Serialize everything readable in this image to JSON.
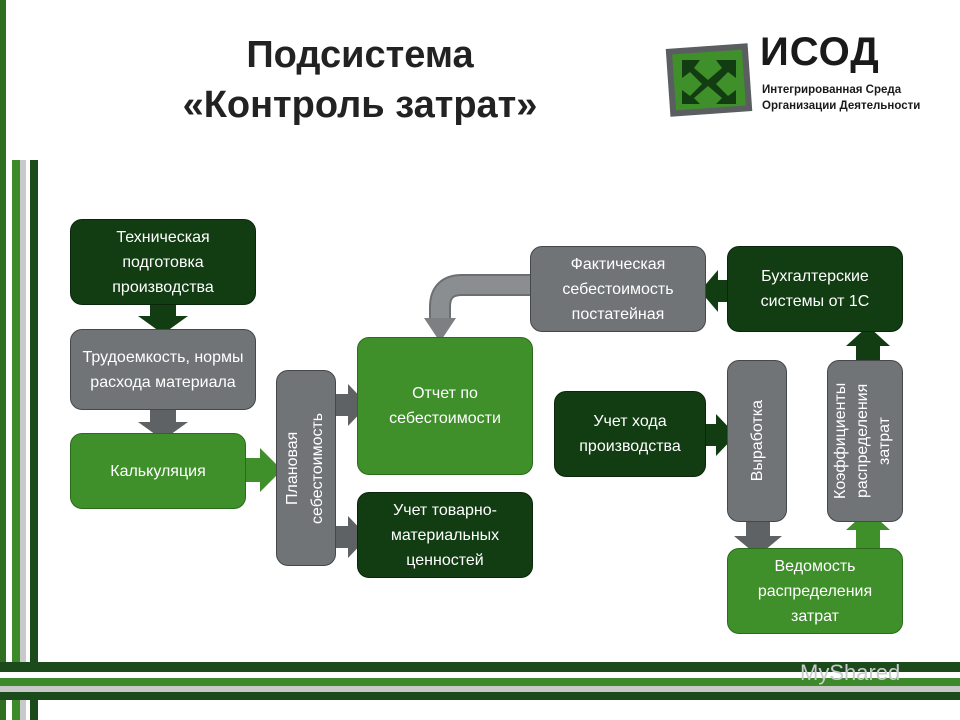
{
  "title": {
    "line1": "Подсистема",
    "line2": "«Контроль затрат»"
  },
  "logo": {
    "name": "ИСОД",
    "subtitle_line1": "Интегрированная Среда",
    "subtitle_line2": "Организации Деятельности"
  },
  "watermark": "MyShared",
  "colors": {
    "dark_green": "#123d12",
    "mid_green": "#3f8f2a",
    "grey": "#707477",
    "frame_green": "#3d8a2a",
    "frame_dark": "#1b4a1b"
  },
  "nodes": {
    "tech_prep": "Техническая подготовка производства",
    "labor": "Трудоемкость, нормы расхода материала",
    "calc": "Калькуляция",
    "plan_cost": "Плановая себестоимость",
    "report": "Отчет по себестоимости",
    "inventory": "Учет товарно-материальных ценностей",
    "actual_cost": "Фактическая себестоимость постатейная",
    "accounting": "Бухгалтерские системы от 1С",
    "production": "Учет хода производства",
    "output": "Выработка",
    "coefficients": "Коэффициенты распределения затрат",
    "distribution": "Ведомость распределения затрат"
  }
}
